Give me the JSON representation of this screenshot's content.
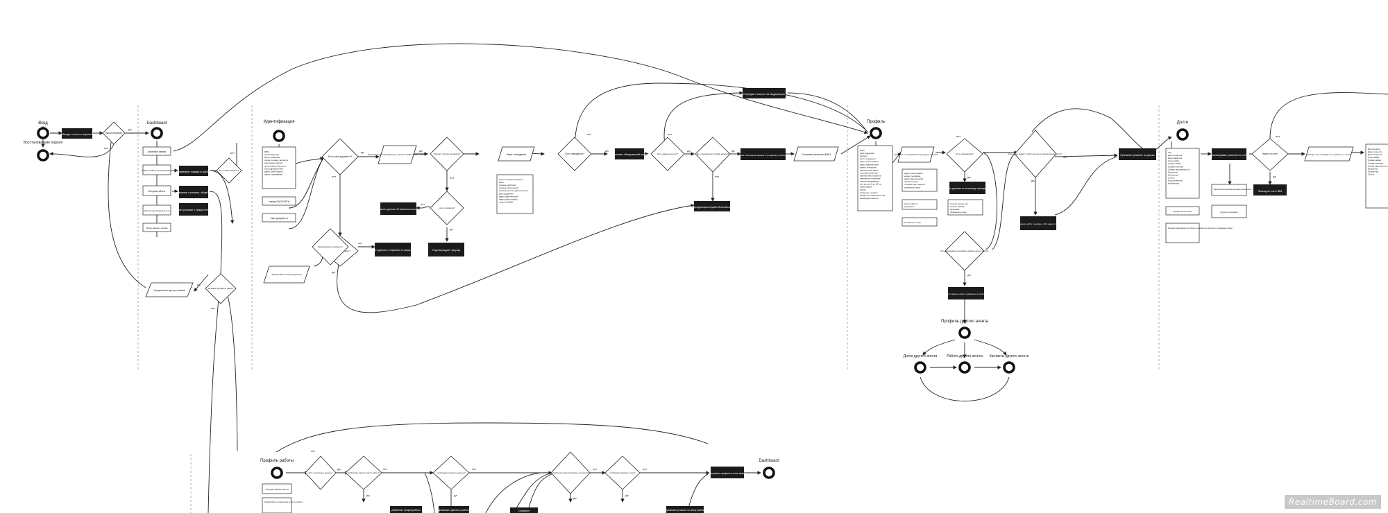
{
  "sections": {
    "vhod": "Вход",
    "dashboard": "Dashboard",
    "identification": "Идентификация",
    "profile": "Профиль",
    "debts": "Долги",
    "work_profile": "Профиль работы",
    "dashboard_end": "Dashboard",
    "profile_other": "Профиль другого агента",
    "debts_other": "Долги другого агента",
    "work_other": "Работа другого агента",
    "contacts_other": "Контакты другого агента",
    "restore": "Восстановление пароля"
  },
  "labels": {
    "yes": "да",
    "no": "нет"
  },
  "dark_boxes": {
    "enter_login": "Вводит логин и пароль",
    "accept_work": "Принимает заявку в работу",
    "accept_case": "Принимает решение о контакте, общей информации",
    "accept_debt": "Принимает решение о приоритете оплаты",
    "requests_contact": "Передает запрос на модерацию",
    "save_contact": "Сохраняет данные об изменении контакта",
    "confirm_form": "Подтверждает форму",
    "save_docs": "Сохраняет данные и отправляет на сверку данных",
    "add_contact": "Записывает обнаруженный контакт",
    "accept_decision": "Принимает решение обогащения данных и отправляет в работу на модерацию",
    "send_moderation": "Переадресация службы безопасности",
    "accept_profile": "Принимает решение по основному сценарию работы",
    "add_contact_row": "Добавляет сведения, зайти, телефон, либо адрес и Черный Список",
    "accept_other": "Просматривает данные агента указанные в списке и сведения",
    "accept_debts": "Принимает решение по долгам",
    "debts_right": "Просматривает решение по счету",
    "debts_more": "Фиксирует счет НВМ",
    "work_accept": "Сохраняет профиль в поле заявок",
    "work_b1": "Добавляет график работы",
    "work_b2": "Добавляет данные о работе",
    "work_b3": "Сохраняет",
    "work_b4": "Принимает решение по месту работы"
  },
  "diamonds": {
    "pw_ok": "Пароль верный?",
    "in_work": "Есть новые задачи?",
    "has_docs": "Есть копия документа?",
    "doc_ok": "Паспорт прошел проверку?",
    "found_docs": "Найден ли документ?",
    "stop": "Нет ли запрета?",
    "is_new": "Есть совпадения?",
    "more_data": "Есть данные агента?",
    "is_tracked": "Есть совпадения по базам данных?",
    "verified": "Верификация пройдена?",
    "is_duplicate": "Есть совпадения?",
    "can_add": "Есть новые заявки по работе агента или другие данные агента?",
    "need_more": "Есть необходимость исправить профиль другого агента?",
    "debt_check": "Нужен ли счет?",
    "pay_stop": "На какие документы давно?",
    "w_has": "Есть полученные данные?",
    "w_type": "Необходимо изменить место работы?",
    "w_valid": "Необходимо изменить данные?",
    "w_more": "Необходимо зарегистрировать отношения?",
    "w_last": "Необходимо проверить счета?"
  },
  "parallelograms": {
    "address": "Проверяет идентификационные данные по ФИО и месту работы",
    "bank": "Ищет совпадения",
    "result": "Сохраняет решение (МВУ)",
    "search_pos": "Проверяет по совпадениям поля в другом источнике",
    "debt_form": "Заводит счет и передает его в работу по оплате",
    "dashboard_sign": "Осуществляет доступ к заявке",
    "rec_docs": "Запрашивает копию документа"
  },
  "white_boxes": {
    "dash_active": "Активные заявки",
    "dash_new": "Новые заявки на рассмотрение",
    "dash_history": "История работы",
    "dash_regs": "История регистраций агента",
    "dash_search": "Поиск заявки в архиве",
    "id_tab1": "Номер ПАСПОРТА",
    "id_tab2": "Скан документа",
    "id_list": "ФИО\nдата рождения\nместо рождения\nсерия и номер паспорта\nкем выдан паспорт\nдата выдачи паспорта\nкод подразделения\nадрес регистрации\nадрес проживания",
    "bank_list": "Статус номера паспорта\nФИО\nпризнак действия\nпризнак исполнения\nпризнак места задолженности\nдата рождения\nадрес фактический\nадрес регистрации\nномер СНИЛС",
    "profile_list": "ФИО\nдата рождения\nпаспорт\nместо рождения\nадрес регистрации\nадрес фактический\nномер телефона\nфактический адрес\nпризнаки действия\nпризнак места работы\nсемейное положение\nлица на иждивении\nкол-во детей до 18 лет\nобразование\nдоход\nсведения о работе\nкредитные обязательства\nимеющиеся залоги",
    "profile_sub1": "адрес регистрации\nномер телефона\nадрес фактический\nноменклатура\nтелефон доп. адреса\nсвязанные лица",
    "profile_sub2": "место работы\nдолжность",
    "profile_sub3": "контактные лица",
    "profile_sub4": "Список других лиц\nСписок связей\nПризнаки\nСвязанные лица",
    "debts_list": "Тип\nДата открытия\nДата закрытия\nСрок займа\nСумма займа\nСумма платежа\nСумма задолженности\nПроценты\nПросрочка\nСтатус\nПросроченный\nКоличество",
    "debts_sub1": "Кредитная история",
    "debts_sub2": "Сводная информация по объекту в рамках контрагентов с указанием суммы",
    "debts_sub3": "Внешняя инициатива вне рамок контрагента",
    "debts_sub4": "Журнал операций",
    "debts_right_list": "Вид кредита\nДата открытия\nДата закрытия\nСрок займа\nСумма займа\nСумма платежа\nСумма задолженности\nПроценты\nПросрочка\nСтатус",
    "work_l1": "Текущий график работы",
    "work_l2": "График работы организации по месту работы"
  },
  "watermark": "RealtimeBoard.com"
}
